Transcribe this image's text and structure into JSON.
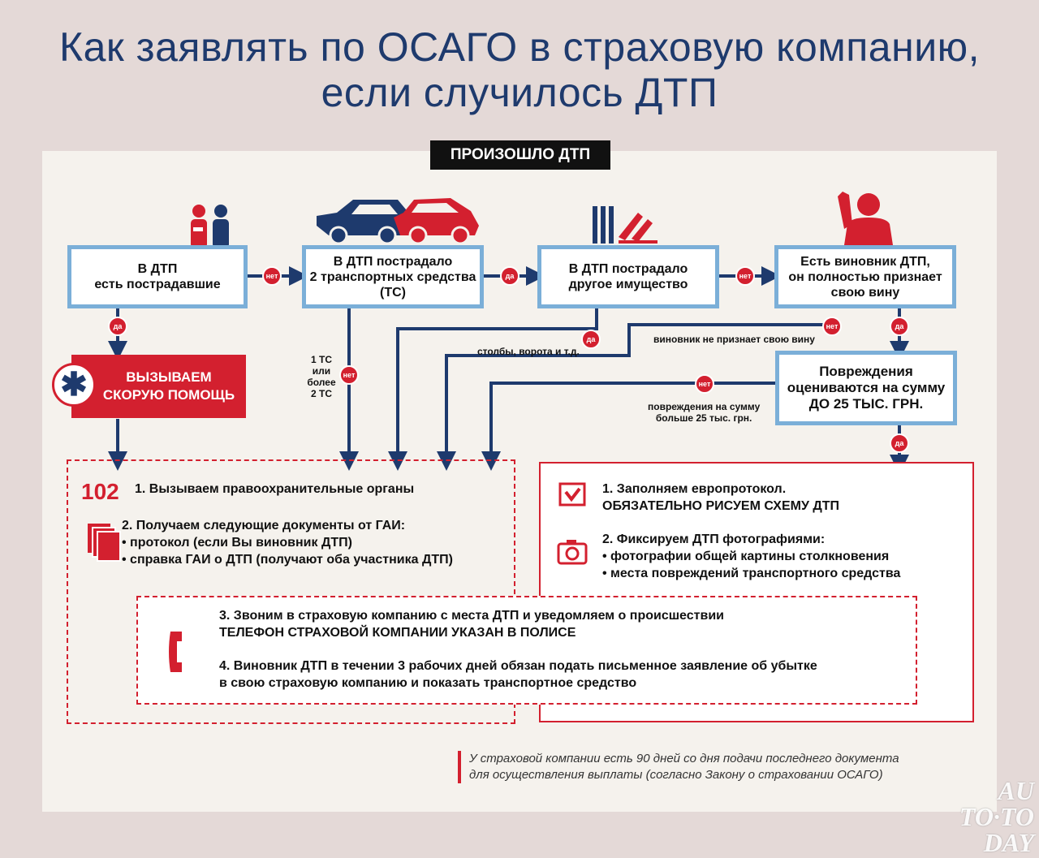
{
  "title": "Как заявлять по ОСАГО в страховую компанию,\nесли случилось ДТП",
  "start": "ПРОИЗОШЛО ДТП",
  "nodes": {
    "victims": "В ДТП\nесть пострадавшие",
    "two_vehicles": "В ДТП пострадало\n2 транспортных средства\n(ТС)",
    "property": "В ДТП пострадало\nдругое имущество",
    "culprit": "Есть виновник ДТП,\nон полностью признает\nсвою вину",
    "damage": "Повреждения\nоцениваются на сумму\nДО 25 ТЫС. ГРН."
  },
  "labels": {
    "yes": "да",
    "no": "нет",
    "one_or_more": "1 ТС\nили\nболее\n2 ТС",
    "poles": "столбы, ворота и т.д.",
    "not_admit": "виновник не признает свою вину",
    "over_25": "повреждения на сумму\nбольше 25 тыс. грн."
  },
  "ambulance": "ВЫЗЫВАЕМ\nСКОРУЮ ПОМОЩЬ",
  "left_box": {
    "num": "102",
    "step1": "1. Вызываем правоохранительные органы",
    "step2": "2.  Получаем следующие документы от ГАИ:\n• протокол (если Вы виновник ДТП)\n• справка ГАИ о ДТП (получают оба участника ДТП)"
  },
  "right_box": {
    "step1": "1. Заполняем европротокол.\nОБЯЗАТЕЛЬНО РИСУЕМ СХЕМУ ДТП",
    "step2": "2. Фиксируем ДТП фотографиями:\n• фотографии общей картины столкновения\n• места повреждений транспортного средства"
  },
  "mid_box": {
    "step3": "3. Звоним в страховую компанию с места ДТП и уведомляем о происшествии\nТЕЛЕФОН СТРАХОВОЙ КОМПАНИИ УКАЗАН В ПОЛИСЕ",
    "step4": "4. Виновник ДТП в течении 3 рабочих дней обязан подать письменное заявление об убытке\nв свою страховую компанию и показать транспортное средство"
  },
  "note": "У страховой компании есть 90 дней со дня подачи последнего документа\nдля осуществления выплаты (согласно Закону о страховании ОСАГО)",
  "watermark": "AU\nTO·TO\nDAY",
  "colors": {
    "navy": "#1e3a6d",
    "red": "#d3202f",
    "node_border": "#7bafd8"
  }
}
